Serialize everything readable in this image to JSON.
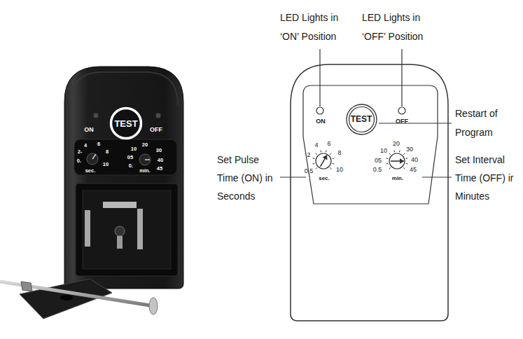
{
  "diagram": {
    "nodes": [
      {
        "text": [
          "TEST"
        ]
      },
      {
        "text": [
          "TEST"
        ]
      }
    ],
    "labels": [
      "LED Lights in ‘ON’ Position",
      "LED Lights in ‘OFF’ Position",
      "Restart of Program",
      "Set Pulse Time (ON) in Seconds",
      "Set Interval Time (OFF) ir Minutes",
      "ON",
      "OFF",
      "2",
      "4",
      "6",
      "8",
      "10",
      "0.5",
      "sec.",
      "10",
      "20",
      "30",
      "05",
      "40",
      "0.5",
      "45",
      "min.",
      "ON",
      "OFF",
      "4",
      "6",
      "2-",
      "8",
      "0.",
      "10",
      "sec.",
      "10",
      "20",
      "30",
      "05",
      "40",
      "0.",
      "45",
      "min."
    ]
  }
}
